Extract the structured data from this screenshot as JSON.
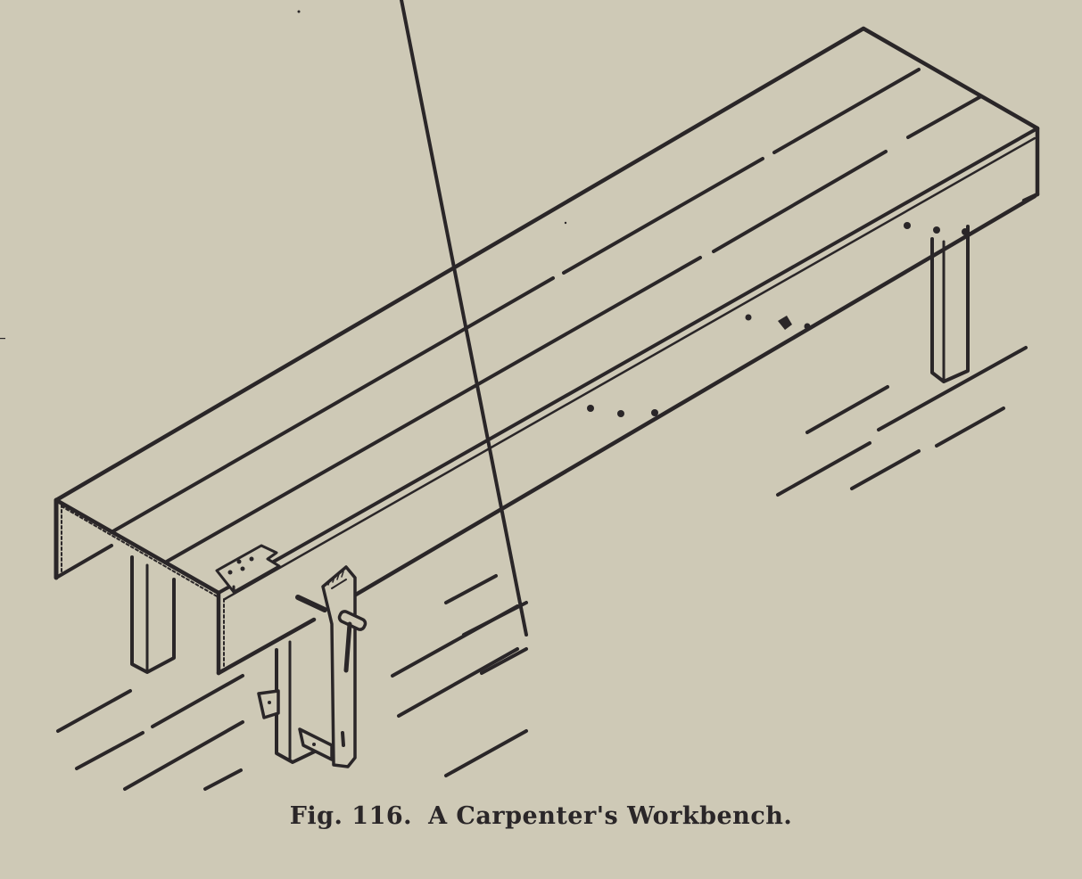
{
  "figure": {
    "number_label": "Fig. 116.",
    "title": "A Carpenter's Workbench.",
    "subject": "carpenter's workbench (isometric line drawing)",
    "colors": {
      "paper": "#cec9b6",
      "ink": "#2a2628"
    },
    "parts": [
      "bench-top-boards",
      "front-apron",
      "end-apron",
      "bench-legs",
      "bench-stop",
      "bench-vise",
      "vise-handle",
      "peg-holes",
      "floor-shadow-lines"
    ]
  }
}
